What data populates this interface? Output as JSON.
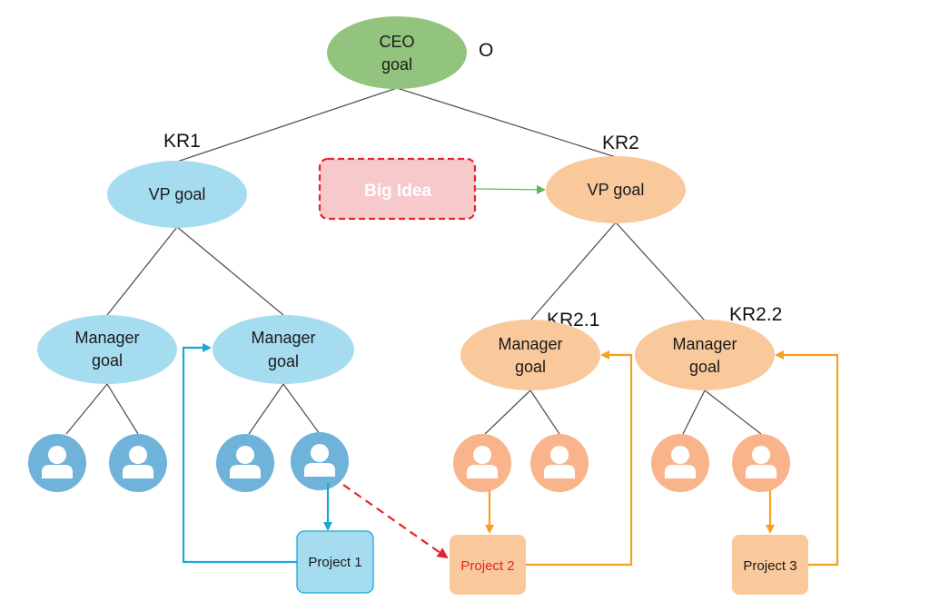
{
  "labels": {
    "o": "O",
    "kr1": "KR1",
    "kr2": "KR2",
    "kr2_1": "KR2.1",
    "kr2_2": "KR2.2"
  },
  "nodes": {
    "ceo_line1": "CEO",
    "ceo_line2": "goal",
    "vp_left": "VP goal",
    "vp_right": "VP goal",
    "manager_line1": "Manager",
    "manager_line2": "goal",
    "big_idea": "Big Idea",
    "project1": "Project 1",
    "project2": "Project 2",
    "project3": "Project 3"
  },
  "colors": {
    "green": "#92c47d",
    "blue": "#a6dcf0",
    "orange": "#f9c89b",
    "big_idea_fill": "#f6c9cb",
    "big_idea_border": "#e3242b",
    "blue_arrow": "#1aa7d8",
    "orange_arrow": "#f4a020",
    "red_dash": "#e3242b",
    "green_arrow": "#5cb85c",
    "line": "#555555"
  }
}
